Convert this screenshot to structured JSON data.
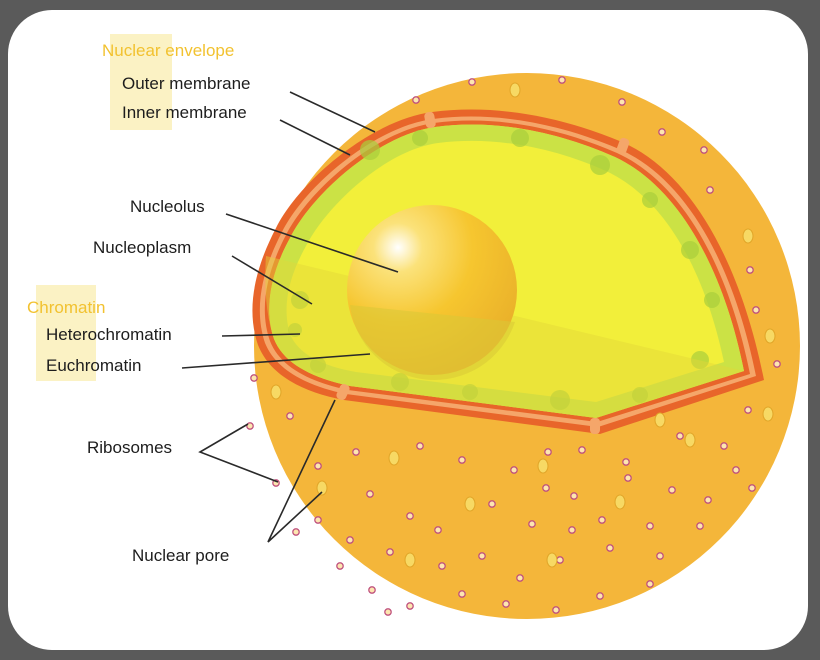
{
  "labels": {
    "nuclear_envelope": "Nuclear envelope",
    "outer_membrane": "Outer membrane",
    "inner_membrane": "Inner membrane",
    "nucleolus": "Nucleolus",
    "nucleoplasm": "Nucleoplasm",
    "chromatin": "Chromatin",
    "heterochromatin": "Heterochromatin",
    "euchromatin": "Euchromatin",
    "ribosomes": "Ribosomes",
    "nuclear_pore": "Nuclear pore"
  },
  "colors": {
    "background": "#5a5a5a",
    "card": "#ffffff",
    "cytoplasm": "#f4b63a",
    "membrane": "#e8652a",
    "nucleoplasm": "#f2ef3a",
    "heterochromatin": "#c4df48",
    "nucleolus": "#f5c331",
    "category_highlight": "#fbf2c4",
    "category_text": "#f2c230",
    "ribosome": "#c0527e"
  }
}
